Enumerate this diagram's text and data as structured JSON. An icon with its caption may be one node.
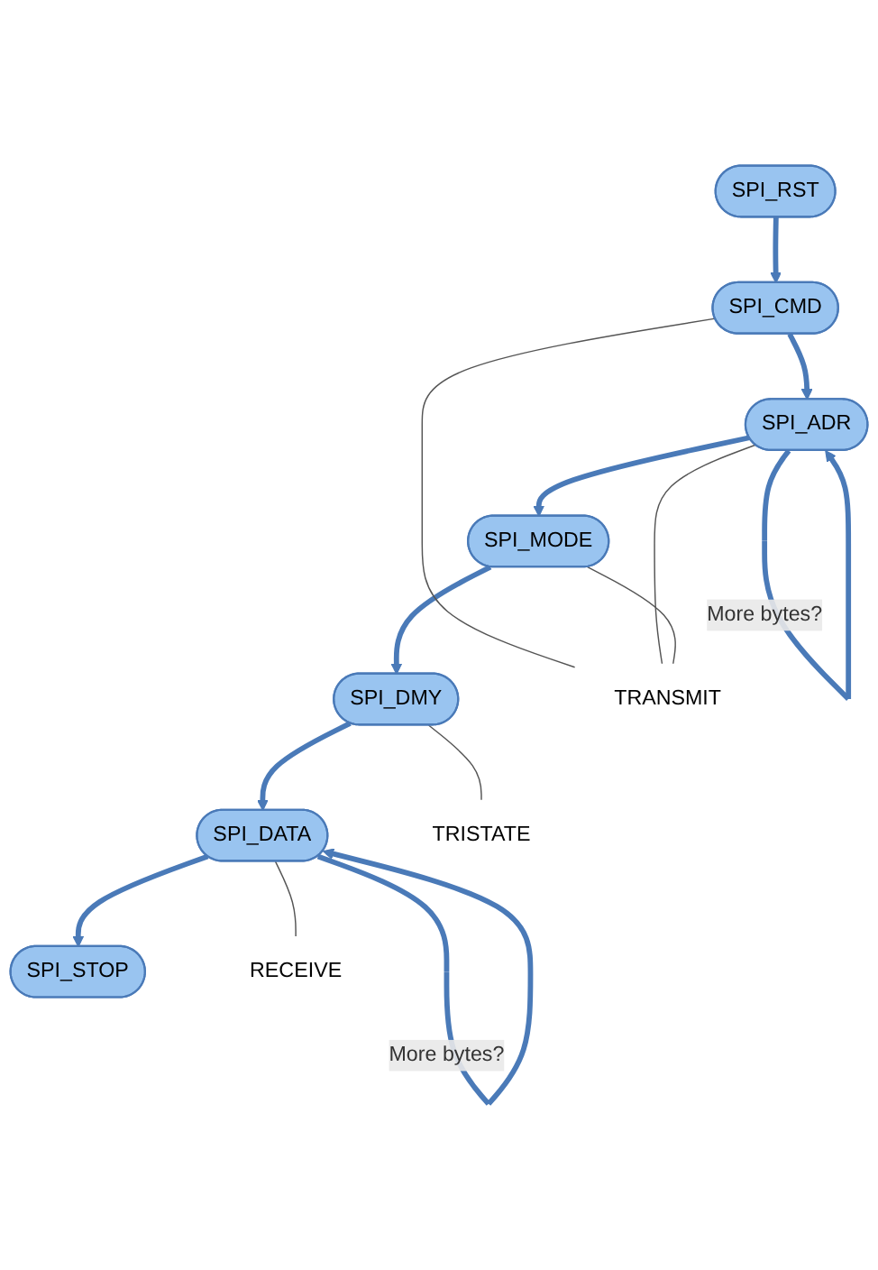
{
  "diagram": {
    "nodes": [
      {
        "text": [
          "SPI_RST"
        ]
      },
      {
        "text": [
          "SPI_CMD"
        ]
      },
      {
        "text": [
          "SPI_ADR"
        ]
      },
      {
        "text": [
          "SPI_MODE"
        ]
      },
      {
        "text": [
          "SPI_DMY"
        ]
      },
      {
        "text": [
          "SPI_DATA"
        ]
      },
      {
        "text": [
          "SPI_STOP"
        ]
      },
      {
        "text": [
          "TRANSMIT"
        ]
      },
      {
        "text": [
          "TRISTATE"
        ]
      },
      {
        "text": [
          "RECEIVE"
        ]
      }
    ],
    "edges": [
      {
        "from": 0,
        "to": 1,
        "arrow": "to"
      },
      {
        "from": 1,
        "to": 2,
        "arrow": "to"
      },
      {
        "from": 2,
        "to": 2,
        "arrow": "to",
        "label": "More bytes?"
      },
      {
        "from": 2,
        "to": 3,
        "arrow": "to"
      },
      {
        "from": 3,
        "to": 4,
        "arrow": "to"
      },
      {
        "from": 4,
        "to": 5,
        "arrow": "to"
      },
      {
        "from": 5,
        "to": 5,
        "arrow": "to",
        "label": "More bytes?"
      },
      {
        "from": 5,
        "to": 6,
        "arrow": "to"
      },
      {
        "from": 7,
        "to": 1,
        "arrow": "none",
        "color": "#555555"
      },
      {
        "from": 7,
        "to": 2,
        "arrow": "none",
        "color": "#555555"
      },
      {
        "from": 7,
        "to": 3,
        "arrow": "none",
        "color": "#555555"
      },
      {
        "from": 8,
        "to": 4,
        "arrow": "none",
        "color": "#555555"
      },
      {
        "from": 9,
        "to": 5,
        "arrow": "none",
        "color": "#555555"
      }
    ]
  }
}
